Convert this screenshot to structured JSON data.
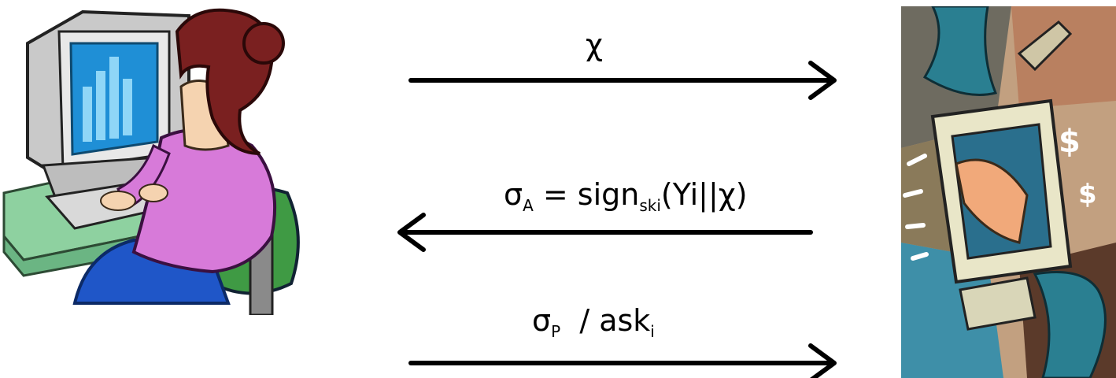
{
  "messages": {
    "m1": {
      "text": "χ",
      "direction": "right"
    },
    "m2": {
      "sigma": "σ",
      "sigma_sub": "A",
      "equals": " = sign",
      "sign_sub": "ski",
      "args": "(Yi||χ)",
      "direction": "left"
    },
    "m3": {
      "sigma": "σ",
      "sigma_sub": "P",
      "mid": "  / ask",
      "sub": "i",
      "direction": "right"
    }
  },
  "icons": {
    "left": "person-at-computer-icon",
    "right": "online-payment-service-icon"
  },
  "colors": {
    "arrow": "#000000",
    "screen": "#1f8fd6",
    "shirt": "#d77ad9",
    "hair": "#7a2020",
    "chair": "#3f9a44",
    "pants": "#1f56c8",
    "desk": "#8ed1a0",
    "right_bg": "#c2a080",
    "right_teal": "#2a7f91"
  }
}
